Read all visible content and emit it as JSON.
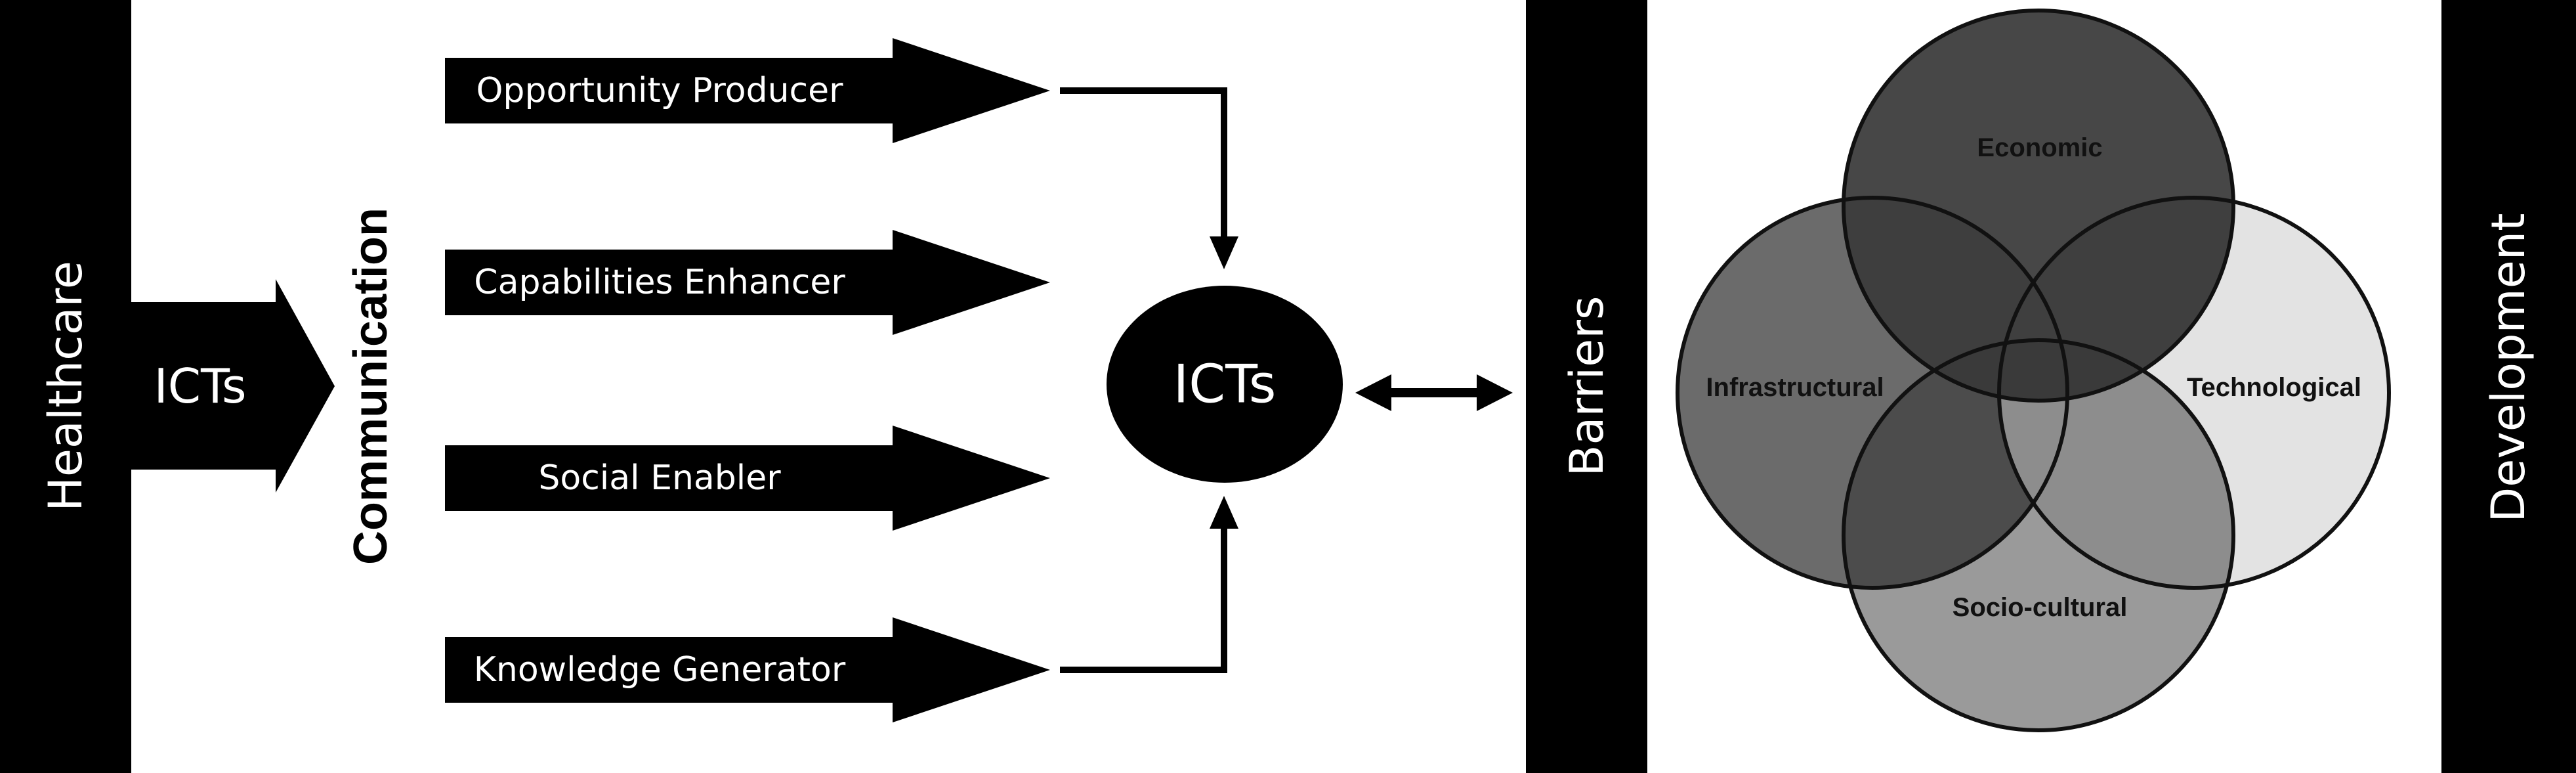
{
  "healthcare_bar": {
    "label": "Healthcare"
  },
  "icts_arrow": {
    "label": "ICTs"
  },
  "communication": {
    "label": "Communication"
  },
  "roles": [
    {
      "label": "Opportunity Producer"
    },
    {
      "label": "Capabilities Enhancer"
    },
    {
      "label": "Social Enabler"
    },
    {
      "label": "Knowledge Generator"
    }
  ],
  "icts_ellipse": {
    "label": "ICTs"
  },
  "barriers_bar": {
    "label": "Barriers"
  },
  "venn": {
    "economic": {
      "label": "Economic",
      "color": "#474747"
    },
    "infrastructural": {
      "label": "Infrastructural",
      "color": "#6b6b6b"
    },
    "technological": {
      "label": "Technological",
      "color": "#e3e3e3"
    },
    "sociocultural": {
      "label": "Socio-cultural",
      "color": "#9a9a9a"
    }
  },
  "development_bar": {
    "label": "Development"
  }
}
